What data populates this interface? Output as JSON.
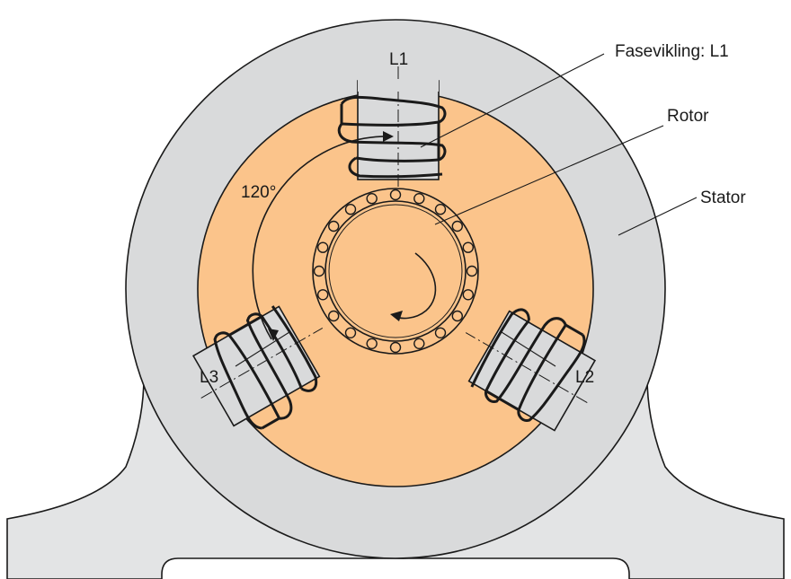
{
  "labels": {
    "phase_l1": "L1",
    "phase_l2": "L2",
    "phase_l3": "L3",
    "phase_winding": "Fasevikling: L1",
    "rotor": "Rotor",
    "stator": "Stator",
    "angle": "120°"
  },
  "colors": {
    "housing": "#d9dadb",
    "base": "#e3e4e5",
    "pole_core": "#fbc48b",
    "outline": "#1a1a1a"
  }
}
